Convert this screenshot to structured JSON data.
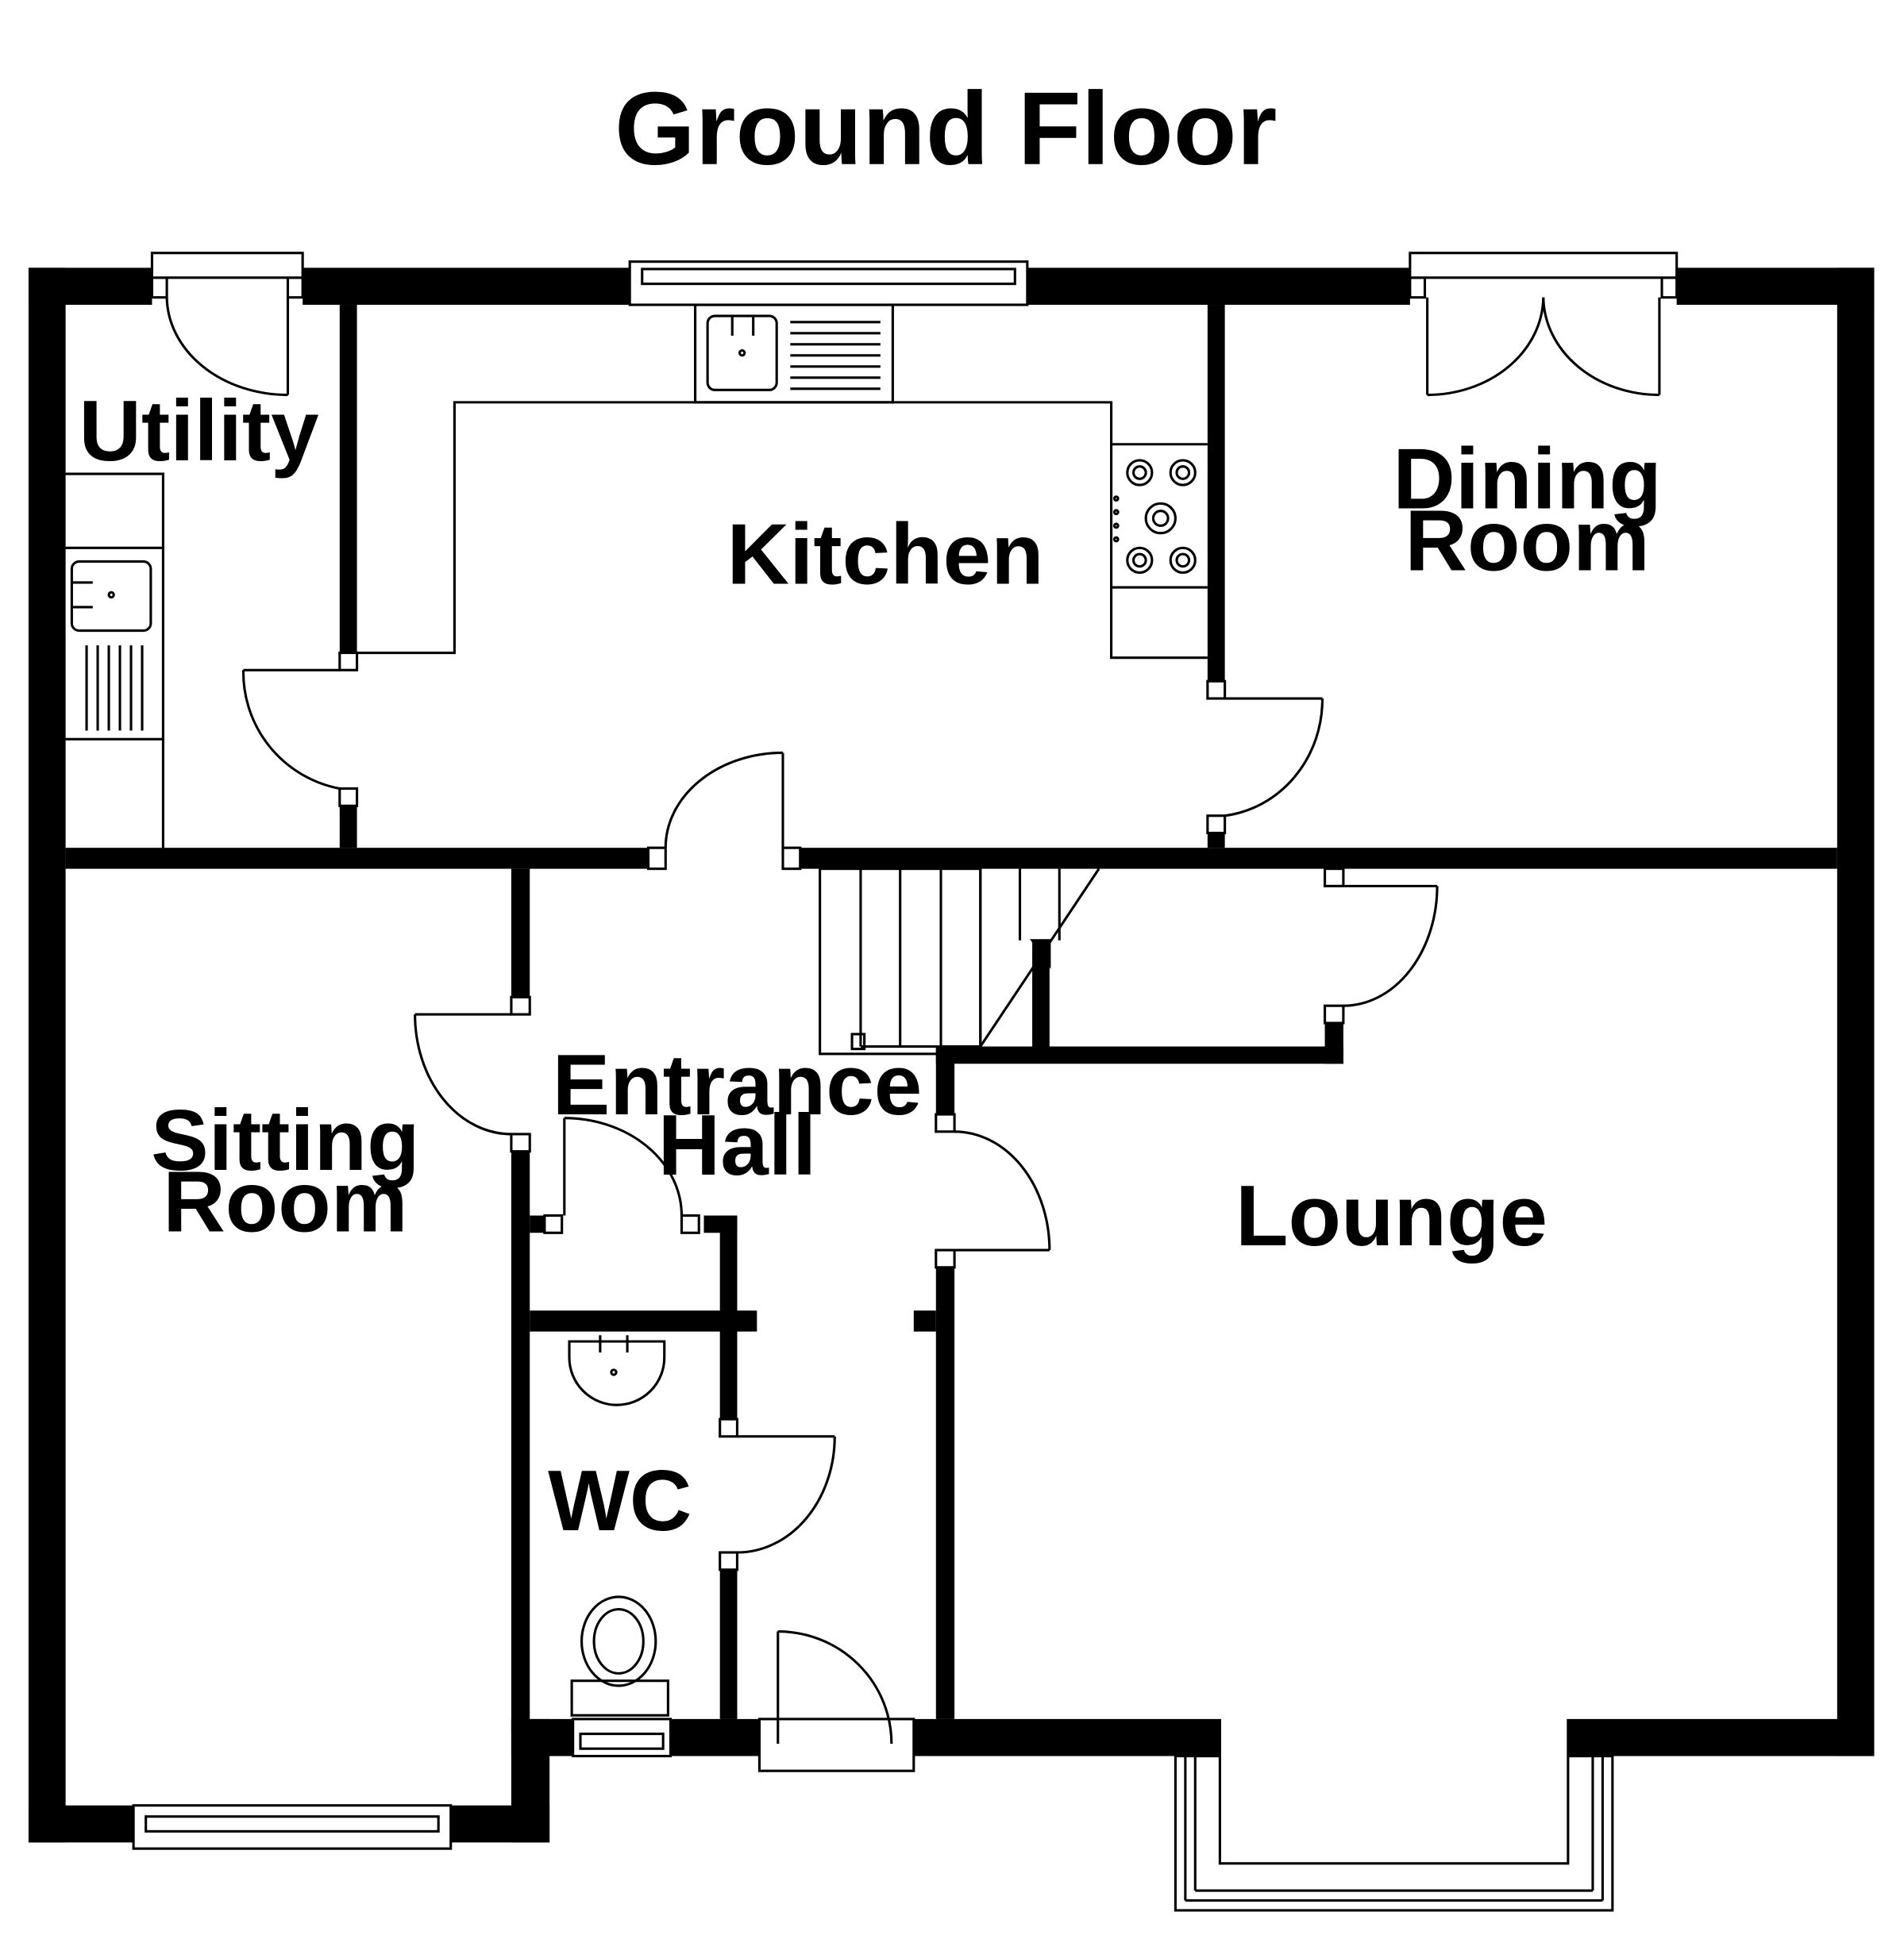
{
  "title": "Ground Floor",
  "rooms": {
    "utility": "Utility",
    "kitchen": "Kitchen",
    "dining_line1": "Dining",
    "dining_line2": "Room",
    "sitting_line1": "Sitting",
    "sitting_line2": "Room",
    "hall_line1": "Entrance",
    "hall_line2": "Hall",
    "lounge": "Lounge",
    "wc": "WC"
  },
  "colors": {
    "wall": "#000000",
    "background": "#ffffff"
  }
}
